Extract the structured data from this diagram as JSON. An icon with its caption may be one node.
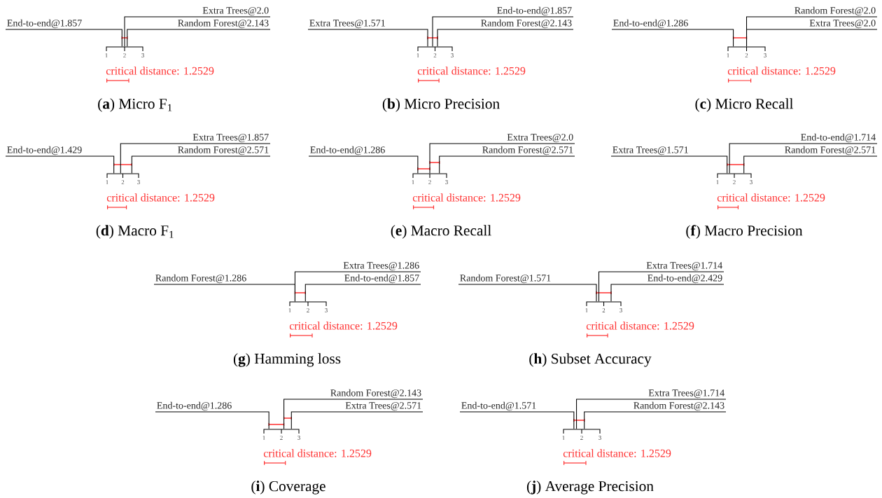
{
  "diagram": {
    "nodes": [
      {
        "text": [
          "Extra Trees@2.0"
        ]
      },
      {
        "text": [
          "End-to-end@1.857"
        ]
      },
      {
        "text": [
          "Random Forest@2.143"
        ]
      },
      {
        "text": [
          "End-to-end@1.857"
        ]
      },
      {
        "text": [
          "Extra Trees@1.571"
        ]
      },
      {
        "text": [
          "Random Forest@2.143"
        ]
      },
      {
        "text": [
          "Random Forest@2.0"
        ]
      },
      {
        "text": [
          "End-to-end@1.286"
        ]
      },
      {
        "text": [
          "Extra Trees@2.0"
        ]
      },
      {
        "text": [
          "Extra Trees@1.857"
        ]
      },
      {
        "text": [
          "End-to-end@1.429"
        ]
      },
      {
        "text": [
          "Random Forest@2.571"
        ]
      },
      {
        "text": [
          "Extra Trees@2.0"
        ]
      },
      {
        "text": [
          "End-to-end@1.286"
        ]
      },
      {
        "text": [
          "Random Forest@2.571"
        ]
      },
      {
        "text": [
          "End-to-end@1.714"
        ]
      },
      {
        "text": [
          "Extra Trees@1.571"
        ]
      },
      {
        "text": [
          "Random Forest@2.571"
        ]
      },
      {
        "text": [
          "Extra Trees@1.286"
        ]
      },
      {
        "text": [
          "Random Forest@1.286"
        ]
      },
      {
        "text": [
          "End-to-end@1.857"
        ]
      },
      {
        "text": [
          "Extra Trees@1.714"
        ]
      },
      {
        "text": [
          "Random Forest@1.571"
        ]
      },
      {
        "text": [
          "End-to-end@2.429"
        ]
      },
      {
        "text": [
          "Random Forest@2.143"
        ]
      },
      {
        "text": [
          "End-to-end@1.286"
        ]
      },
      {
        "text": [
          "Extra Trees@2.571"
        ]
      },
      {
        "text": [
          "Extra Trees@1.714"
        ]
      },
      {
        "text": [
          "End-to-end@1.571"
        ]
      },
      {
        "text": [
          "Random Forest@2.143"
        ]
      },
      {
        "text": [],
        "shape": "axis",
        "beside": [
          "1",
          "2",
          "3",
          "critical distance: 1.2529"
        ]
      },
      {
        "text": [],
        "shape": "axis",
        "beside": [
          "1",
          "2",
          "3",
          "critical distance: 1.2529"
        ]
      },
      {
        "text": [],
        "shape": "axis",
        "beside": [
          "1",
          "2",
          "3",
          "critical distance: 1.2529"
        ]
      },
      {
        "text": [],
        "shape": "axis",
        "beside": [
          "1",
          "2",
          "3",
          "critical distance: 1.2529"
        ]
      },
      {
        "text": [],
        "shape": "axis",
        "beside": [
          "1",
          "2",
          "3",
          "critical distance: 1.2529"
        ]
      },
      {
        "text": [],
        "shape": "axis",
        "beside": [
          "1",
          "2",
          "3",
          "critical distance: 1.2529"
        ]
      },
      {
        "text": [],
        "shape": "axis",
        "beside": [
          "1",
          "2",
          "3",
          "critical distance: 1.2529"
        ]
      },
      {
        "text": [],
        "shape": "axis",
        "beside": [
          "1",
          "2",
          "3",
          "critical distance: 1.2529"
        ]
      },
      {
        "text": [],
        "shape": "axis",
        "beside": [
          "1",
          "2",
          "3",
          "critical distance: 1.2529"
        ]
      },
      {
        "text": [],
        "shape": "axis",
        "beside": [
          "1",
          "2",
          "3",
          "critical distance: 1.2529"
        ]
      }
    ],
    "edges": [
      {
        "from": 0,
        "to": 30,
        "arrow": "none"
      },
      {
        "from": 1,
        "to": 30,
        "arrow": "none"
      },
      {
        "from": 2,
        "to": 30,
        "arrow": "none"
      },
      {
        "from": 3,
        "to": 31,
        "arrow": "none"
      },
      {
        "from": 4,
        "to": 31,
        "arrow": "none"
      },
      {
        "from": 5,
        "to": 31,
        "arrow": "none"
      },
      {
        "from": 6,
        "to": 32,
        "arrow": "none"
      },
      {
        "from": 7,
        "to": 32,
        "arrow": "none"
      },
      {
        "from": 8,
        "to": 32,
        "arrow": "none"
      },
      {
        "from": 9,
        "to": 33,
        "arrow": "none"
      },
      {
        "from": 10,
        "to": 33,
        "arrow": "none"
      },
      {
        "from": 11,
        "to": 33,
        "arrow": "none"
      },
      {
        "from": 12,
        "to": 34,
        "arrow": "none"
      },
      {
        "from": 13,
        "to": 34,
        "arrow": "none"
      },
      {
        "from": 14,
        "to": 34,
        "arrow": "none"
      },
      {
        "from": 15,
        "to": 35,
        "arrow": "none"
      },
      {
        "from": 16,
        "to": 35,
        "arrow": "none"
      },
      {
        "from": 17,
        "to": 35,
        "arrow": "none"
      },
      {
        "from": 18,
        "to": 36,
        "arrow": "none"
      },
      {
        "from": 19,
        "to": 36,
        "arrow": "none"
      },
      {
        "from": 20,
        "to": 36,
        "arrow": "none"
      },
      {
        "from": 21,
        "to": 37,
        "arrow": "none"
      },
      {
        "from": 22,
        "to": 37,
        "arrow": "none"
      },
      {
        "from": 23,
        "to": 37,
        "arrow": "none"
      },
      {
        "from": 24,
        "to": 38,
        "arrow": "none"
      },
      {
        "from": 25,
        "to": 38,
        "arrow": "none"
      },
      {
        "from": 26,
        "to": 38,
        "arrow": "none"
      },
      {
        "from": 27,
        "to": 39,
        "arrow": "none"
      },
      {
        "from": 28,
        "to": 39,
        "arrow": "none"
      },
      {
        "from": 29,
        "to": 39,
        "arrow": "none"
      }
    ],
    "labels": [
      "(**a**) Micro F$_{1}$",
      "(**b**) Micro Precision",
      "(**c**) Micro Recall",
      "(**d**) Macro F$_{1}$",
      "(**e**) Macro Recall",
      "(**f**) Macro Precision",
      "(**g**) Hamming loss",
      "(**h**) Subset Accuracy",
      "(**i**) Coverage",
      "(**j**) Average Precision"
    ]
  }
}
